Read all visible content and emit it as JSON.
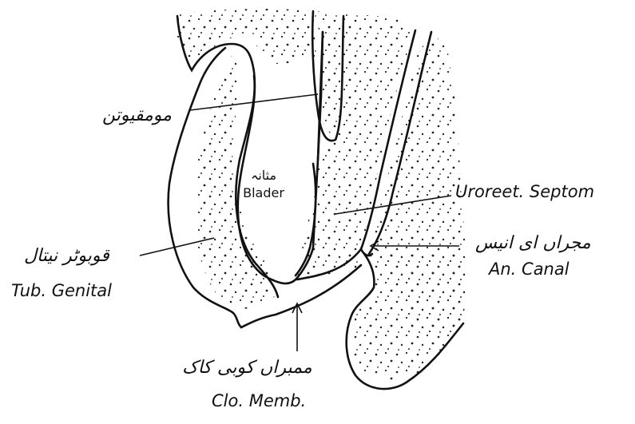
{
  "labels": {
    "mudificatio": "مومقیوتن",
    "bladder_ar": "مثانہ",
    "bladder_en": "Blader",
    "urorect_septum": "Uroreet. Septom",
    "tub_genital_ar": "قوبوٹر نیتال",
    "tub_genital_en": "Tub. Genital",
    "an_canal_ar": "مجراں ای انیس",
    "an_canal_en": "An. Canal",
    "clo_memb_ar": "ممبراں کوبی کاک",
    "clo_memb_en": "Clo. Memb."
  },
  "colors": {
    "ink": "#111111",
    "dots": "#222222",
    "background": "#ffffff"
  }
}
